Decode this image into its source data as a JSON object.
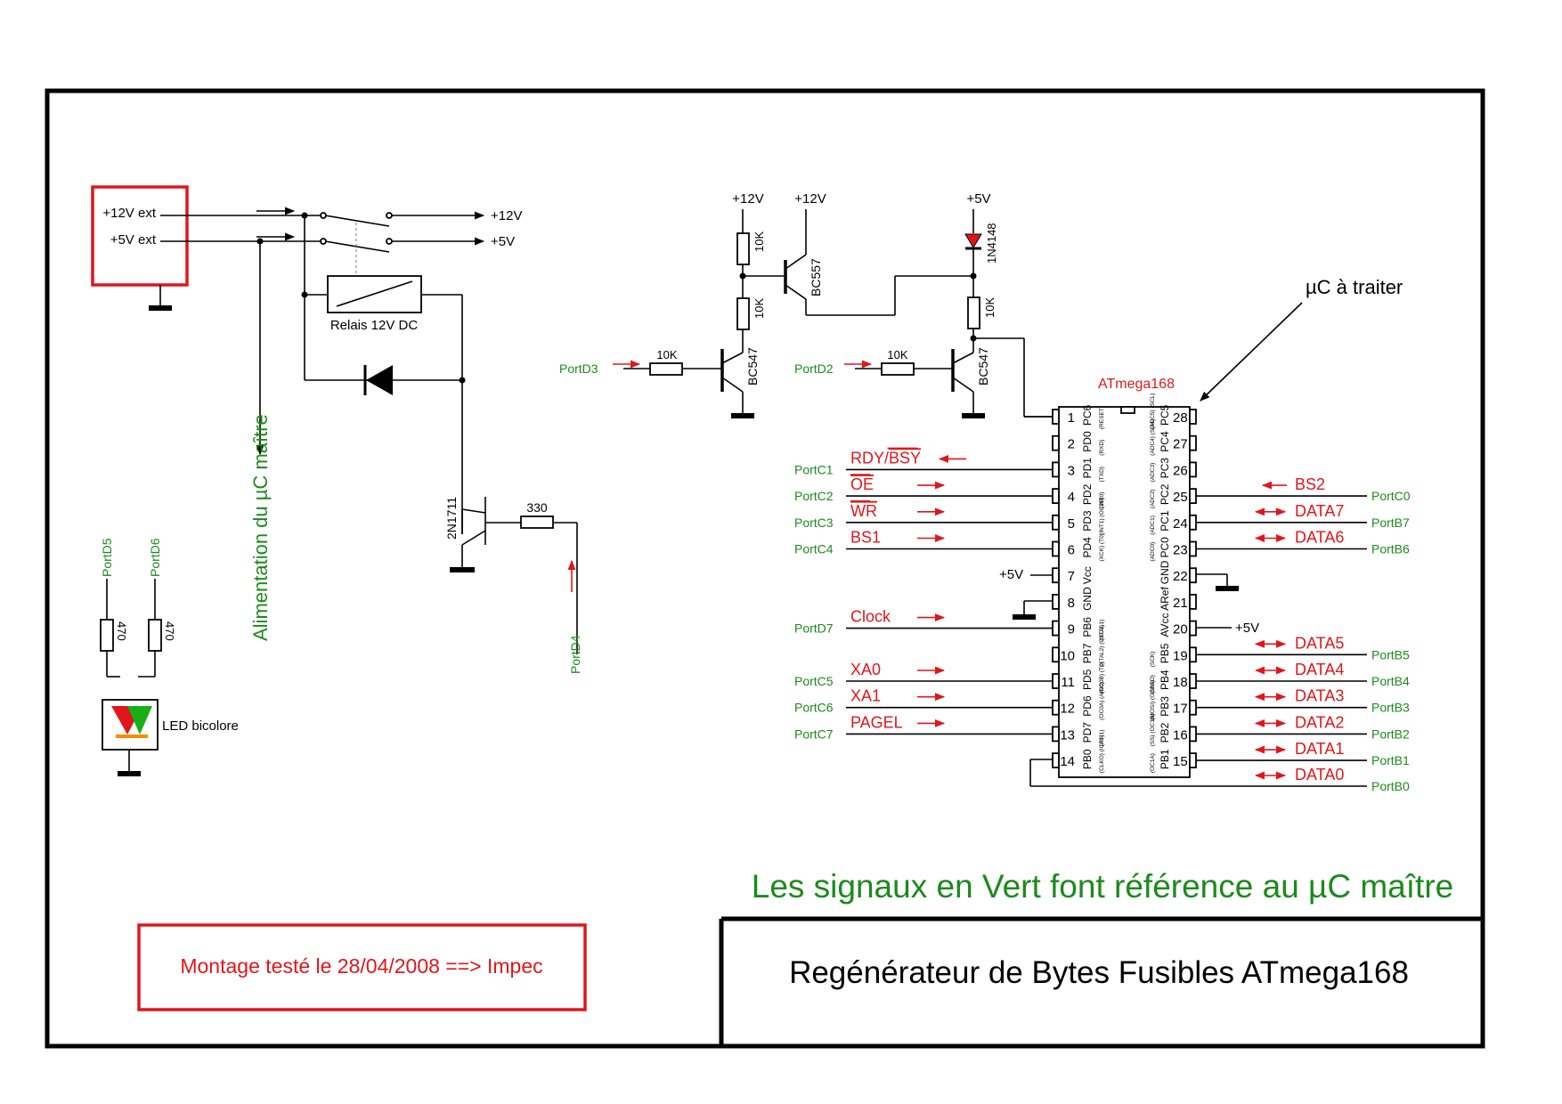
{
  "title_block": {
    "title": "Regénérateur de Bytes Fusibles ATmega168",
    "note": "Les signaux en Vert font référence au µC maître",
    "test_note": "Montage testé le 28/04/2008 ==> Impec"
  },
  "colors": {
    "red": "#e0161b",
    "green": "#1c8a1c",
    "black": "#000000"
  },
  "supply": {
    "in12": "+12V ext",
    "in5": "+5V ext",
    "out12": "+12V",
    "out5": "+5V",
    "relay": "Relais 12V DC",
    "vertical_label": "Alimentation du µC maître"
  },
  "relay_driver": {
    "transistor": "2N1711",
    "resistor": "330",
    "port": "PortD4"
  },
  "led": {
    "port_a": "PortD5",
    "port_b": "PortD6",
    "r1": "470",
    "r2": "470",
    "label": "LED bicolore"
  },
  "hv_stage": {
    "rail1": "+12V",
    "rail2": "+12V",
    "rail3": "+5V",
    "r_top1": "10K",
    "r_mid1": "10K",
    "r_base1": "10K",
    "r_top2": "10K",
    "r_base2": "10K",
    "q1": "BC547",
    "q2": "BC557",
    "q3": "BC547",
    "diode": "1N4148",
    "port1": "PortD3",
    "port2": "PortD2"
  },
  "mcu": {
    "name": "ATmega168",
    "callout": "µC à traiter",
    "vcc_label": "+5V",
    "avcc_label": "+5V",
    "left_pins": [
      {
        "num": "1",
        "name": "PC6",
        "alt": "(RESET)"
      },
      {
        "num": "2",
        "name": "PD0",
        "alt": "(RXD)"
      },
      {
        "num": "3",
        "name": "PD1",
        "alt": "(TXD)"
      },
      {
        "num": "4",
        "name": "PD2",
        "alt": "(INT0)"
      },
      {
        "num": "5",
        "name": "PD3",
        "alt": "(INT1)  (OC2B)"
      },
      {
        "num": "6",
        "name": "PD4",
        "alt": "(XCK)  (T0)"
      },
      {
        "num": "7",
        "name": "Vcc",
        "alt": ""
      },
      {
        "num": "8",
        "name": "GND",
        "alt": ""
      },
      {
        "num": "9",
        "name": "PB6",
        "alt": "(XTAL1)"
      },
      {
        "num": "10",
        "name": "PB7",
        "alt": "(XTAL2) (OSC2)"
      },
      {
        "num": "11",
        "name": "PD5",
        "alt": "(OC0B) (T1)"
      },
      {
        "num": "12",
        "name": "PD6",
        "alt": "(OC0A) (AIN0)"
      },
      {
        "num": "13",
        "name": "PD7",
        "alt": "(AIN1)"
      },
      {
        "num": "14",
        "name": "PB0",
        "alt": "(CLKO) (ICP1)"
      }
    ],
    "right_pins": [
      {
        "num": "28",
        "name": "PC5",
        "alt": "(ADC5) (SCL)"
      },
      {
        "num": "27",
        "name": "PC4",
        "alt": "(ADC4) (SDA)"
      },
      {
        "num": "26",
        "name": "PC3",
        "alt": "(ADC3)"
      },
      {
        "num": "25",
        "name": "PC2",
        "alt": "(ADC2)"
      },
      {
        "num": "24",
        "name": "PC1",
        "alt": "(ADC1)"
      },
      {
        "num": "23",
        "name": "PC0",
        "alt": "(ADC0)"
      },
      {
        "num": "22",
        "name": "GND",
        "alt": ""
      },
      {
        "num": "21",
        "name": "ARef",
        "alt": ""
      },
      {
        "num": "20",
        "name": "AVcc",
        "alt": ""
      },
      {
        "num": "19",
        "name": "PB5",
        "alt": "(SCK)"
      },
      {
        "num": "18",
        "name": "PB4",
        "alt": "(MISO)"
      },
      {
        "num": "17",
        "name": "PB3",
        "alt": "(MOSI) (OC2A)"
      },
      {
        "num": "16",
        "name": "PB2",
        "alt": "(SS) (OC1B)"
      },
      {
        "num": "15",
        "name": "PB1",
        "alt": "(OC1A)"
      }
    ]
  },
  "signals_left": [
    {
      "port": "PortC1",
      "signal": "RDY/",
      "signal_bar": "BSY",
      "dir": "in"
    },
    {
      "port": "PortC2",
      "signal": "",
      "signal_bar": "OE",
      "dir": "out"
    },
    {
      "port": "PortC3",
      "signal": "",
      "signal_bar": "WR",
      "dir": "out"
    },
    {
      "port": "PortC4",
      "signal": "BS1",
      "signal_bar": "",
      "dir": "out"
    },
    {
      "port": "PortD7",
      "signal": "Clock",
      "signal_bar": "",
      "dir": "out"
    },
    {
      "port": "PortC5",
      "signal": "XA0",
      "signal_bar": "",
      "dir": "out"
    },
    {
      "port": "PortC6",
      "signal": "XA1",
      "signal_bar": "",
      "dir": "out"
    },
    {
      "port": "PortC7",
      "signal": "PAGEL",
      "signal_bar": "",
      "dir": "out"
    }
  ],
  "signals_right": [
    {
      "port": "PortC0",
      "signal": "BS2",
      "dir": "out"
    },
    {
      "port": "PortB7",
      "signal": "DATA7",
      "dir": "bi"
    },
    {
      "port": "PortB6",
      "signal": "DATA6",
      "dir": "bi"
    },
    {
      "port": "PortB5",
      "signal": "DATA5",
      "dir": "bi"
    },
    {
      "port": "PortB4",
      "signal": "DATA4",
      "dir": "bi"
    },
    {
      "port": "PortB3",
      "signal": "DATA3",
      "dir": "bi"
    },
    {
      "port": "PortB2",
      "signal": "DATA2",
      "dir": "bi"
    },
    {
      "port": "PortB1",
      "signal": "DATA1",
      "dir": "bi"
    },
    {
      "port": "PortB0",
      "signal": "DATA0",
      "dir": "bi"
    }
  ]
}
